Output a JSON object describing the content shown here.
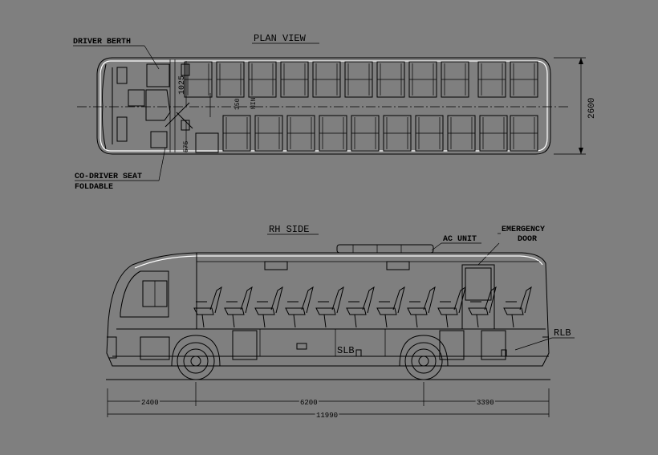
{
  "labels": {
    "plan_view": "PLAN VIEW",
    "driver_berth": "DRIVER BERTH",
    "co_driver_seat": "CO-DRIVER SEAT",
    "foldable": "FOLDABLE",
    "rh_side": "RH SIDE",
    "ac_unit": "AC UNIT",
    "emergency": "EMERGENCY",
    "door": "DOOR",
    "slb": "SLB",
    "rlb": "RLB"
  },
  "dimensions": {
    "width": "2600",
    "berth_width": "1025",
    "aisle_a": "350",
    "aisle_b": "MIN",
    "step": "575",
    "front_overhang": "2400",
    "wheelbase": "6200",
    "rear_overhang": "3390",
    "overall_length": "11990"
  },
  "colors": {
    "background": "#7f7f7f",
    "linework": "#000000",
    "highlight": "#ffffff"
  }
}
